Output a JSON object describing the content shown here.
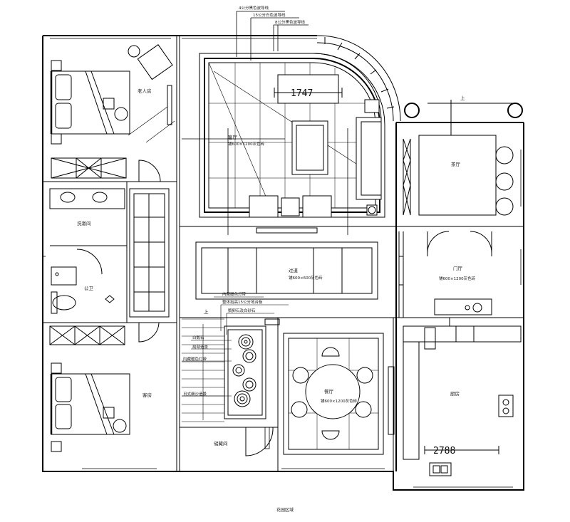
{
  "title": "",
  "rooms": {
    "elder_bedroom": "老人房",
    "living_room": "客厅",
    "living_room_floor": "铺600×1200灰色砖",
    "washroom": "洗漱间",
    "guest_bathroom": "公卫",
    "corridor": "过道",
    "corridor_floor": "铺600×600灰色砖",
    "guest_bedroom": "客房",
    "storage": "储藏间",
    "tea_room": "茶厅",
    "foyer": "门厅",
    "foyer_floor": "铺600×1200灰色砖",
    "dining_room": "餐厅",
    "dining_floor": "铺600×1200灰色砖",
    "kitchen": "厨房"
  },
  "ceiling_notes": [
    "4公分黑色波导线",
    "15公分白色波导线",
    "8公分黑色波导线"
  ],
  "garden_notes": [
    "内藏暖色灯带",
    "整体抬高15公分地台板",
    "鹅卵石及白砂石"
  ],
  "garden_plants": [
    "白鹅石",
    "局部造景",
    "内藏暖色灯带",
    "日式细沙造景"
  ],
  "dimensions": {
    "living": "1747",
    "kitchen": "2788"
  },
  "stair_up": "上",
  "footer_label": "花园区域"
}
